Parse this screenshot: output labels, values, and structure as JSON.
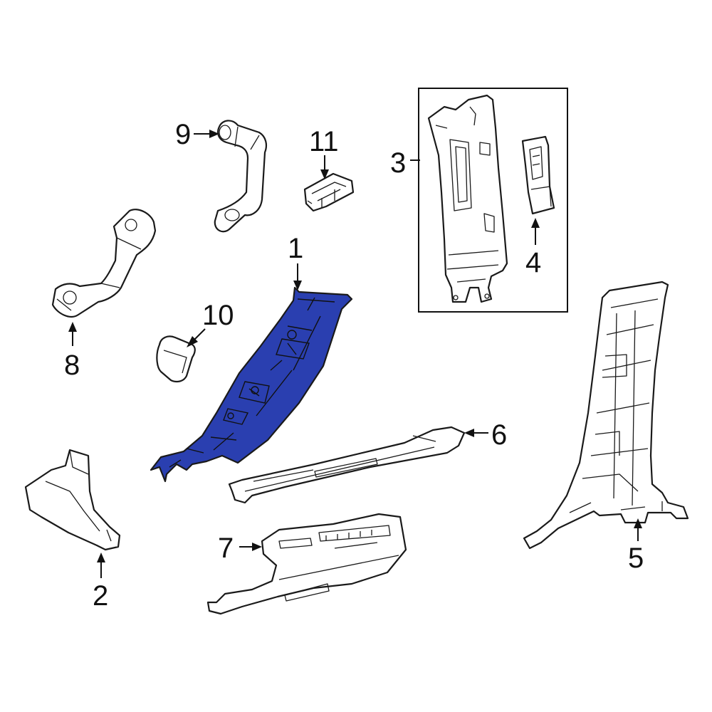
{
  "diagram": {
    "highlight_color": "#2a3fb0",
    "callouts": {
      "c1": "1",
      "c2": "2",
      "c3": "3",
      "c4": "4",
      "c5": "5",
      "c6": "6",
      "c7": "7",
      "c8": "8",
      "c9": "9",
      "c10": "10",
      "c11": "11"
    },
    "highlighted_part": "1"
  }
}
